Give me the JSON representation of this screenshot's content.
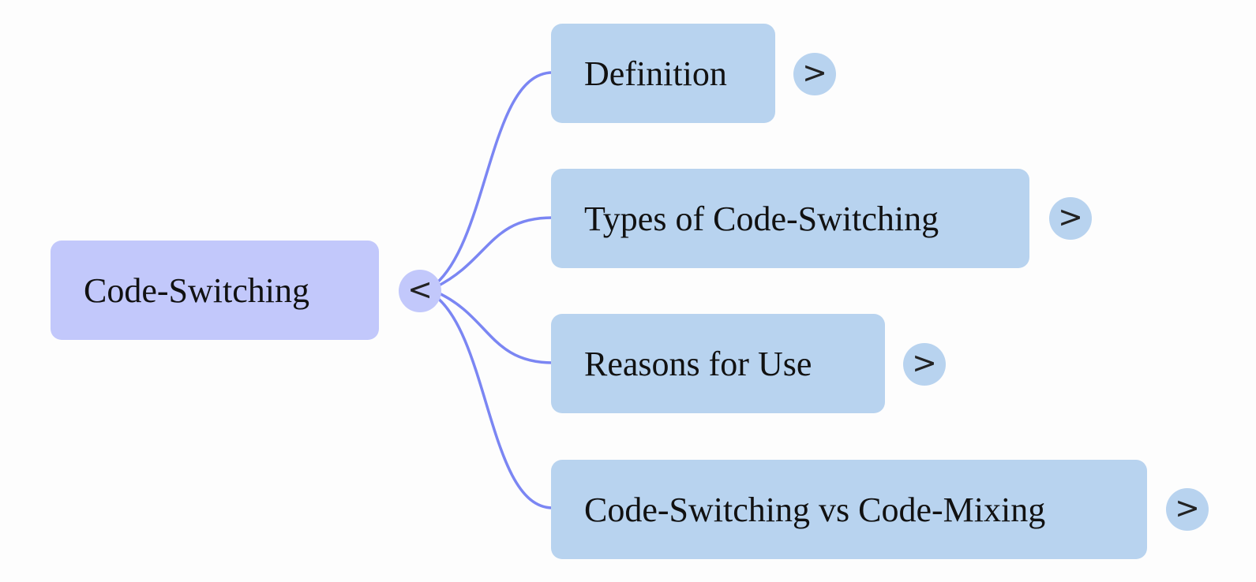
{
  "colors": {
    "root_fill": "#c2c8fb",
    "child_fill": "#b8d3ef",
    "connector": "#7b86f3",
    "text": "#111111"
  },
  "root": {
    "label": "Code-Switching",
    "toggle_symbol": "<",
    "toggle_icon": "chevron-left-icon"
  },
  "children": [
    {
      "label": "Definition",
      "toggle_symbol": ">",
      "toggle_icon": "chevron-right-icon"
    },
    {
      "label": "Types of Code-Switching",
      "toggle_symbol": ">",
      "toggle_icon": "chevron-right-icon"
    },
    {
      "label": "Reasons for Use",
      "toggle_symbol": ">",
      "toggle_icon": "chevron-right-icon"
    },
    {
      "label": "Code-Switching vs Code-Mixing",
      "toggle_symbol": ">",
      "toggle_icon": "chevron-right-icon"
    }
  ]
}
